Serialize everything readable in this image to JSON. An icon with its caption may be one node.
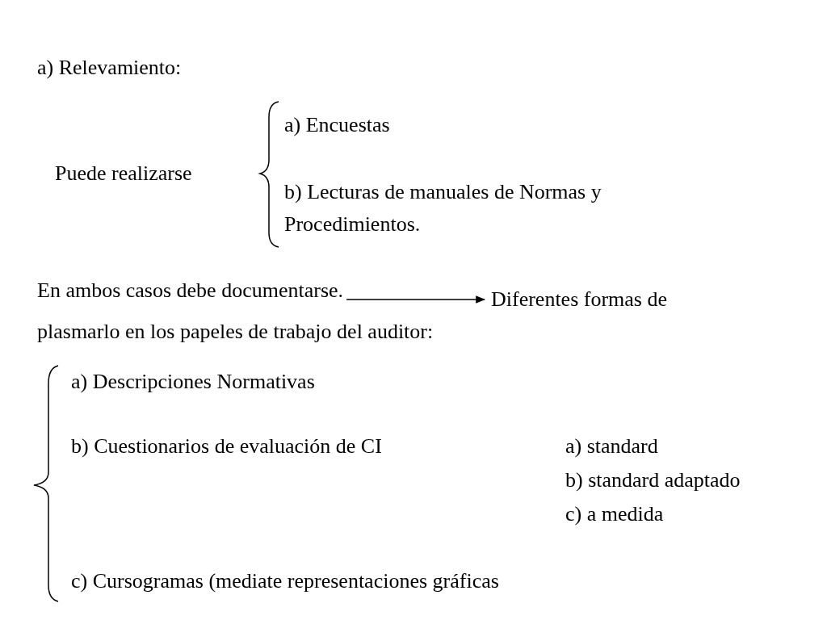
{
  "diagram": {
    "nodes": [
      {
        "text": [
          "En ambos casos debe documentarse."
        ]
      },
      {
        "text": [
          "Diferentes formas de"
        ]
      }
    ],
    "edges": [
      {
        "from": 0,
        "to": 1,
        "arrow": "to"
      }
    ],
    "labels": [
      "a) Relevamiento:",
      "Puede realizarse",
      "a) Encuestas",
      "b) Lecturas de manuales de Normas y Procedimientos.",
      "plasmarlo en los papeles de trabajo del auditor:",
      "a) Descripciones Normativas",
      "b) Cuestionarios de evaluación de CI",
      "a) standard",
      "b) standard adaptado",
      "c) a medida",
      "c) Cursogramas (mediate representaciones gráficas"
    ]
  }
}
